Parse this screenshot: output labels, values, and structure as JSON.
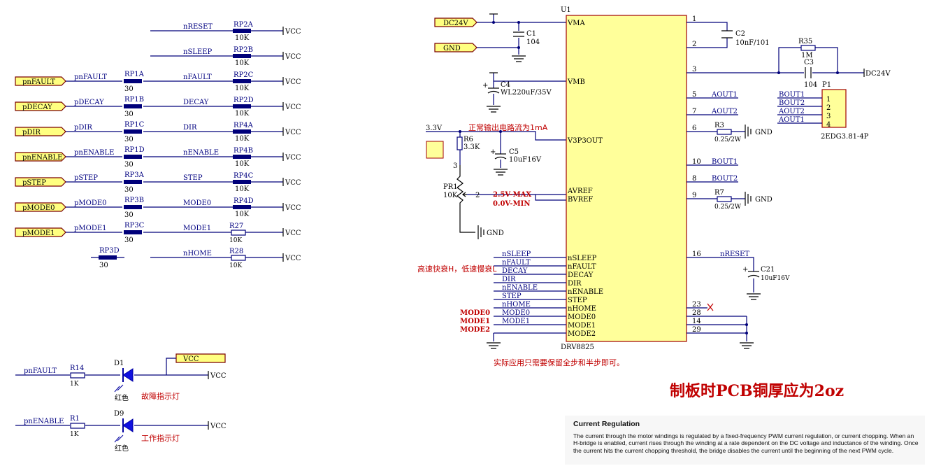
{
  "ports": {
    "left": [
      "pnFAULT",
      "pDECAY",
      "pDIR",
      "pnENABLE",
      "pSTEP",
      "pMODE0",
      "pMODE1"
    ],
    "vcc_box": "VCC",
    "dc24v": "DC24V",
    "gnd": "GND"
  },
  "left_nets": {
    "pin_names": [
      "pnFAULT",
      "pDECAY",
      "pDIR",
      "pnENABLE",
      "pSTEP",
      "pMODE0",
      "pMODE1"
    ],
    "rp_refs": [
      "RP1A",
      "RP1B",
      "RP1C",
      "RP1D",
      "RP3A",
      "RP3B",
      "RP3C"
    ],
    "rp_value": "30",
    "rp3d_ref": "RP3D",
    "rp3d_value": "30"
  },
  "pullups": {
    "nets": [
      "nRESET",
      "nSLEEP",
      "nFAULT",
      "DECAY",
      "DIR",
      "nENABLE",
      "STEP",
      "MODE0",
      "MODE1",
      "nHOME"
    ],
    "refs": [
      "RP2A",
      "RP2B",
      "RP2C",
      "RP2D",
      "RP4A",
      "RP4B",
      "RP4C",
      "RP4D",
      "R27",
      "R28"
    ],
    "value": "10K",
    "rail": "VCC"
  },
  "leds": {
    "in_labels": [
      "pnFAULT",
      "pnENABLE"
    ],
    "res_refs": [
      "R14",
      "R1"
    ],
    "res_value": "1K",
    "diode_refs": [
      "D1",
      "D9"
    ],
    "color_label": "红色",
    "descriptions": [
      "故障指示灯",
      "工作指示灯"
    ],
    "rail": "VCC"
  },
  "chip": {
    "ref": "U1",
    "part": "DRV8825",
    "left_pins": [
      "VMA",
      "VMB",
      "V3P3OUT",
      "AVREF",
      "BVREF",
      "nSLEEP",
      "nFAULT",
      "DECAY",
      "DIR",
      "nENABLE",
      "STEP",
      "nHOME",
      "MODE0",
      "MODE1",
      "MODE2"
    ],
    "right_pin_numbers": [
      "1",
      "2",
      "3",
      "5",
      "7",
      "6",
      "10",
      "8",
      "9",
      "16",
      "23",
      "28",
      "14",
      "29"
    ],
    "right_nets": [
      "AOUT1",
      "AOUT2",
      "BOUT1",
      "BOUT2",
      "nRESET"
    ]
  },
  "components": {
    "C1": {
      "ref": "C1",
      "value": "104"
    },
    "C2": {
      "ref": "C2",
      "value": "10nF/101"
    },
    "C3": {
      "ref": "C3",
      "value": "104"
    },
    "C4": {
      "ref": "C4",
      "value": "WL220uF/35V"
    },
    "C5": {
      "ref": "C5",
      "value": "10uF16V"
    },
    "C21": {
      "ref": "C21",
      "value": "10uF16V"
    },
    "R35": {
      "ref": "R35",
      "value": "1M"
    },
    "R6": {
      "ref": "R6",
      "value": "3.3K"
    },
    "R3": {
      "ref": "R3",
      "value": "0.25/2W"
    },
    "R7": {
      "ref": "R7",
      "value": "0.25/2W"
    },
    "PR1": {
      "ref": "PR1",
      "value": "10K",
      "pin3": "3",
      "pin2": "2"
    },
    "P1": {
      "ref": "P1",
      "part": "2EDG3.81-4P",
      "pins": [
        "1",
        "2",
        "3",
        "4"
      ],
      "nets": [
        "BOUT1",
        "BOUT2",
        "AOUT2",
        "AOUT1"
      ]
    }
  },
  "labels": {
    "v33": "3.3V",
    "gnd": "GND",
    "dc24v_right": "DC24V",
    "normal_current": "正常输出电路流为1mA",
    "max": "2.5V-MAX",
    "min": "0.0V-MIN",
    "decay_note": "高速快衰H，低速慢衰L",
    "mode_labels": [
      "MODE0",
      "MODE1",
      "MODE2"
    ],
    "bottom_note": "实际应用只需要保留全步和半步即可。",
    "pcb_note": "制板时PCB铜厚应为2oz"
  },
  "note": {
    "title": "Current Regulation",
    "body": "The current through the motor windings is regulated by a fixed-frequency PWM current regulation, or current chopping. When an H-bridge is enabled, current rises through the winding at a rate dependent on the DC voltage and inductance of the winding. Once the current hits the current chopping threshold, the bridge disables the current until the beginning of the next PWM cycle."
  },
  "colors": {
    "wire": "#00007a",
    "port_fill": "#ffff80",
    "chip_fill": "#ffff9a",
    "annotation": "#c00000"
  }
}
